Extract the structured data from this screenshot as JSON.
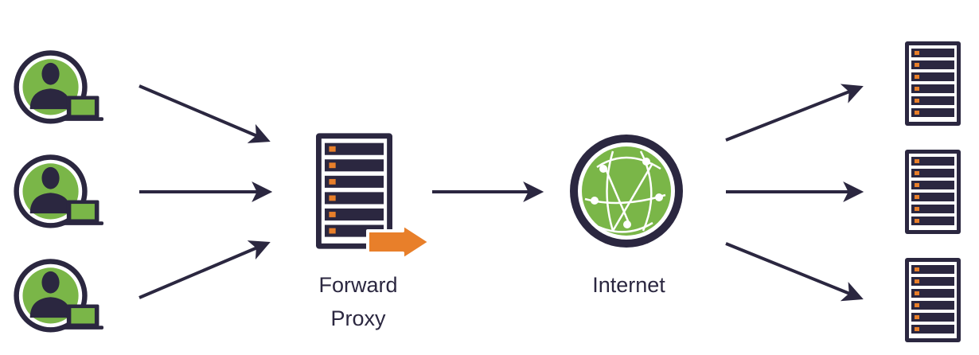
{
  "diagram": {
    "proxy_label_line1": "Forward",
    "proxy_label_line2": "Proxy",
    "internet_label": "Internet"
  },
  "colors": {
    "navy": "#2b2740",
    "green": "#7ab648",
    "orange": "#e87f2a",
    "white": "#ffffff"
  },
  "icons": {
    "clients": [
      "user-laptop-icon",
      "user-laptop-icon",
      "user-laptop-icon"
    ],
    "proxy": "server-icon",
    "proxy_badge": "orange-arrow-icon",
    "internet": "globe-network-icon",
    "destinations": [
      "server-icon",
      "server-icon",
      "server-icon"
    ]
  }
}
